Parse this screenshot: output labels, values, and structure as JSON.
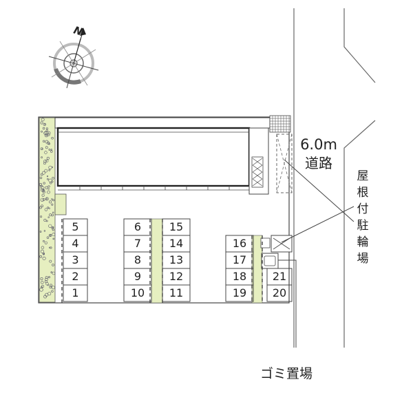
{
  "labels": {
    "north": "N",
    "road_width": "6.0m",
    "road_name": "道路",
    "bike_parking": "屋根付駐輪場",
    "trash": "ゴミ置場"
  },
  "slots": [
    {
      "label": "5",
      "col": 0,
      "row": 0
    },
    {
      "label": "4",
      "col": 0,
      "row": 1
    },
    {
      "label": "3",
      "col": 0,
      "row": 2
    },
    {
      "label": "2",
      "col": 0,
      "row": 3
    },
    {
      "label": "1",
      "col": 0,
      "row": 4
    },
    {
      "label": "6",
      "col": 1,
      "row": 0
    },
    {
      "label": "7",
      "col": 1,
      "row": 1
    },
    {
      "label": "8",
      "col": 1,
      "row": 2
    },
    {
      "label": "9",
      "col": 1,
      "row": 3
    },
    {
      "label": "10",
      "col": 1,
      "row": 4
    },
    {
      "label": "15",
      "col": 2,
      "row": 0
    },
    {
      "label": "14",
      "col": 2,
      "row": 1
    },
    {
      "label": "13",
      "col": 2,
      "row": 2
    },
    {
      "label": "12",
      "col": 2,
      "row": 3
    },
    {
      "label": "11",
      "col": 2,
      "row": 4
    },
    {
      "label": "16",
      "col": 3,
      "row": 1
    },
    {
      "label": "17",
      "col": 3,
      "row": 2
    },
    {
      "label": "18",
      "col": 3,
      "row": 3
    },
    {
      "label": "19",
      "col": 3,
      "row": 4
    },
    {
      "label": "21",
      "col": 4,
      "row": 3
    },
    {
      "label": "20",
      "col": 4,
      "row": 4
    }
  ],
  "colors": {
    "greenery": "#e6efc0",
    "lines": "#444444",
    "building": "#ffffff"
  }
}
